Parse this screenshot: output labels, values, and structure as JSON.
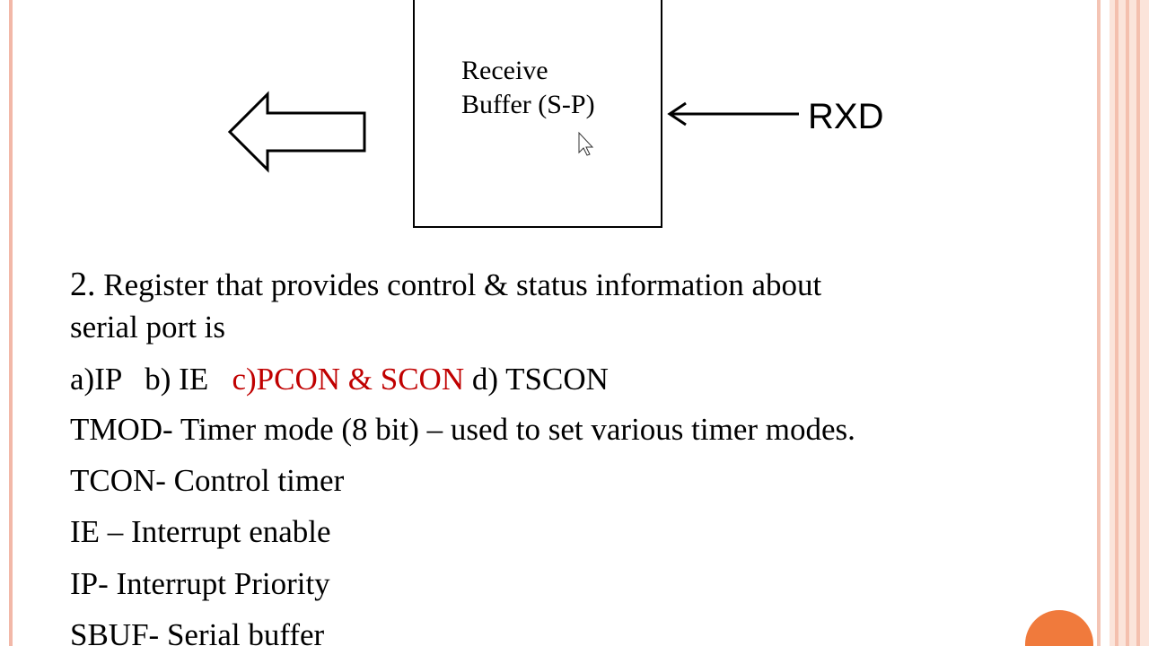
{
  "diagram": {
    "buffer_label": "Receive\nBuffer (S-P)",
    "rxd_label": "RXD"
  },
  "question": {
    "number": "2.",
    "text_line1": " Register that provides control & status information about",
    "text_line2": "serial port is"
  },
  "options": {
    "a": "a)IP",
    "b": "b) IE",
    "c": "c)PCON & SCON",
    "d": "d) TSCON"
  },
  "notes": [
    "TMOD- Timer mode (8 bit) – used to set various timer modes.",
    "TCON- Control timer",
    "IE – Interrupt enable",
    "IP- Interrupt Priority",
    "SBUF- Serial buffer"
  ],
  "colors": {
    "correct_answer": "#c00000",
    "accent": "#f07a3c"
  }
}
